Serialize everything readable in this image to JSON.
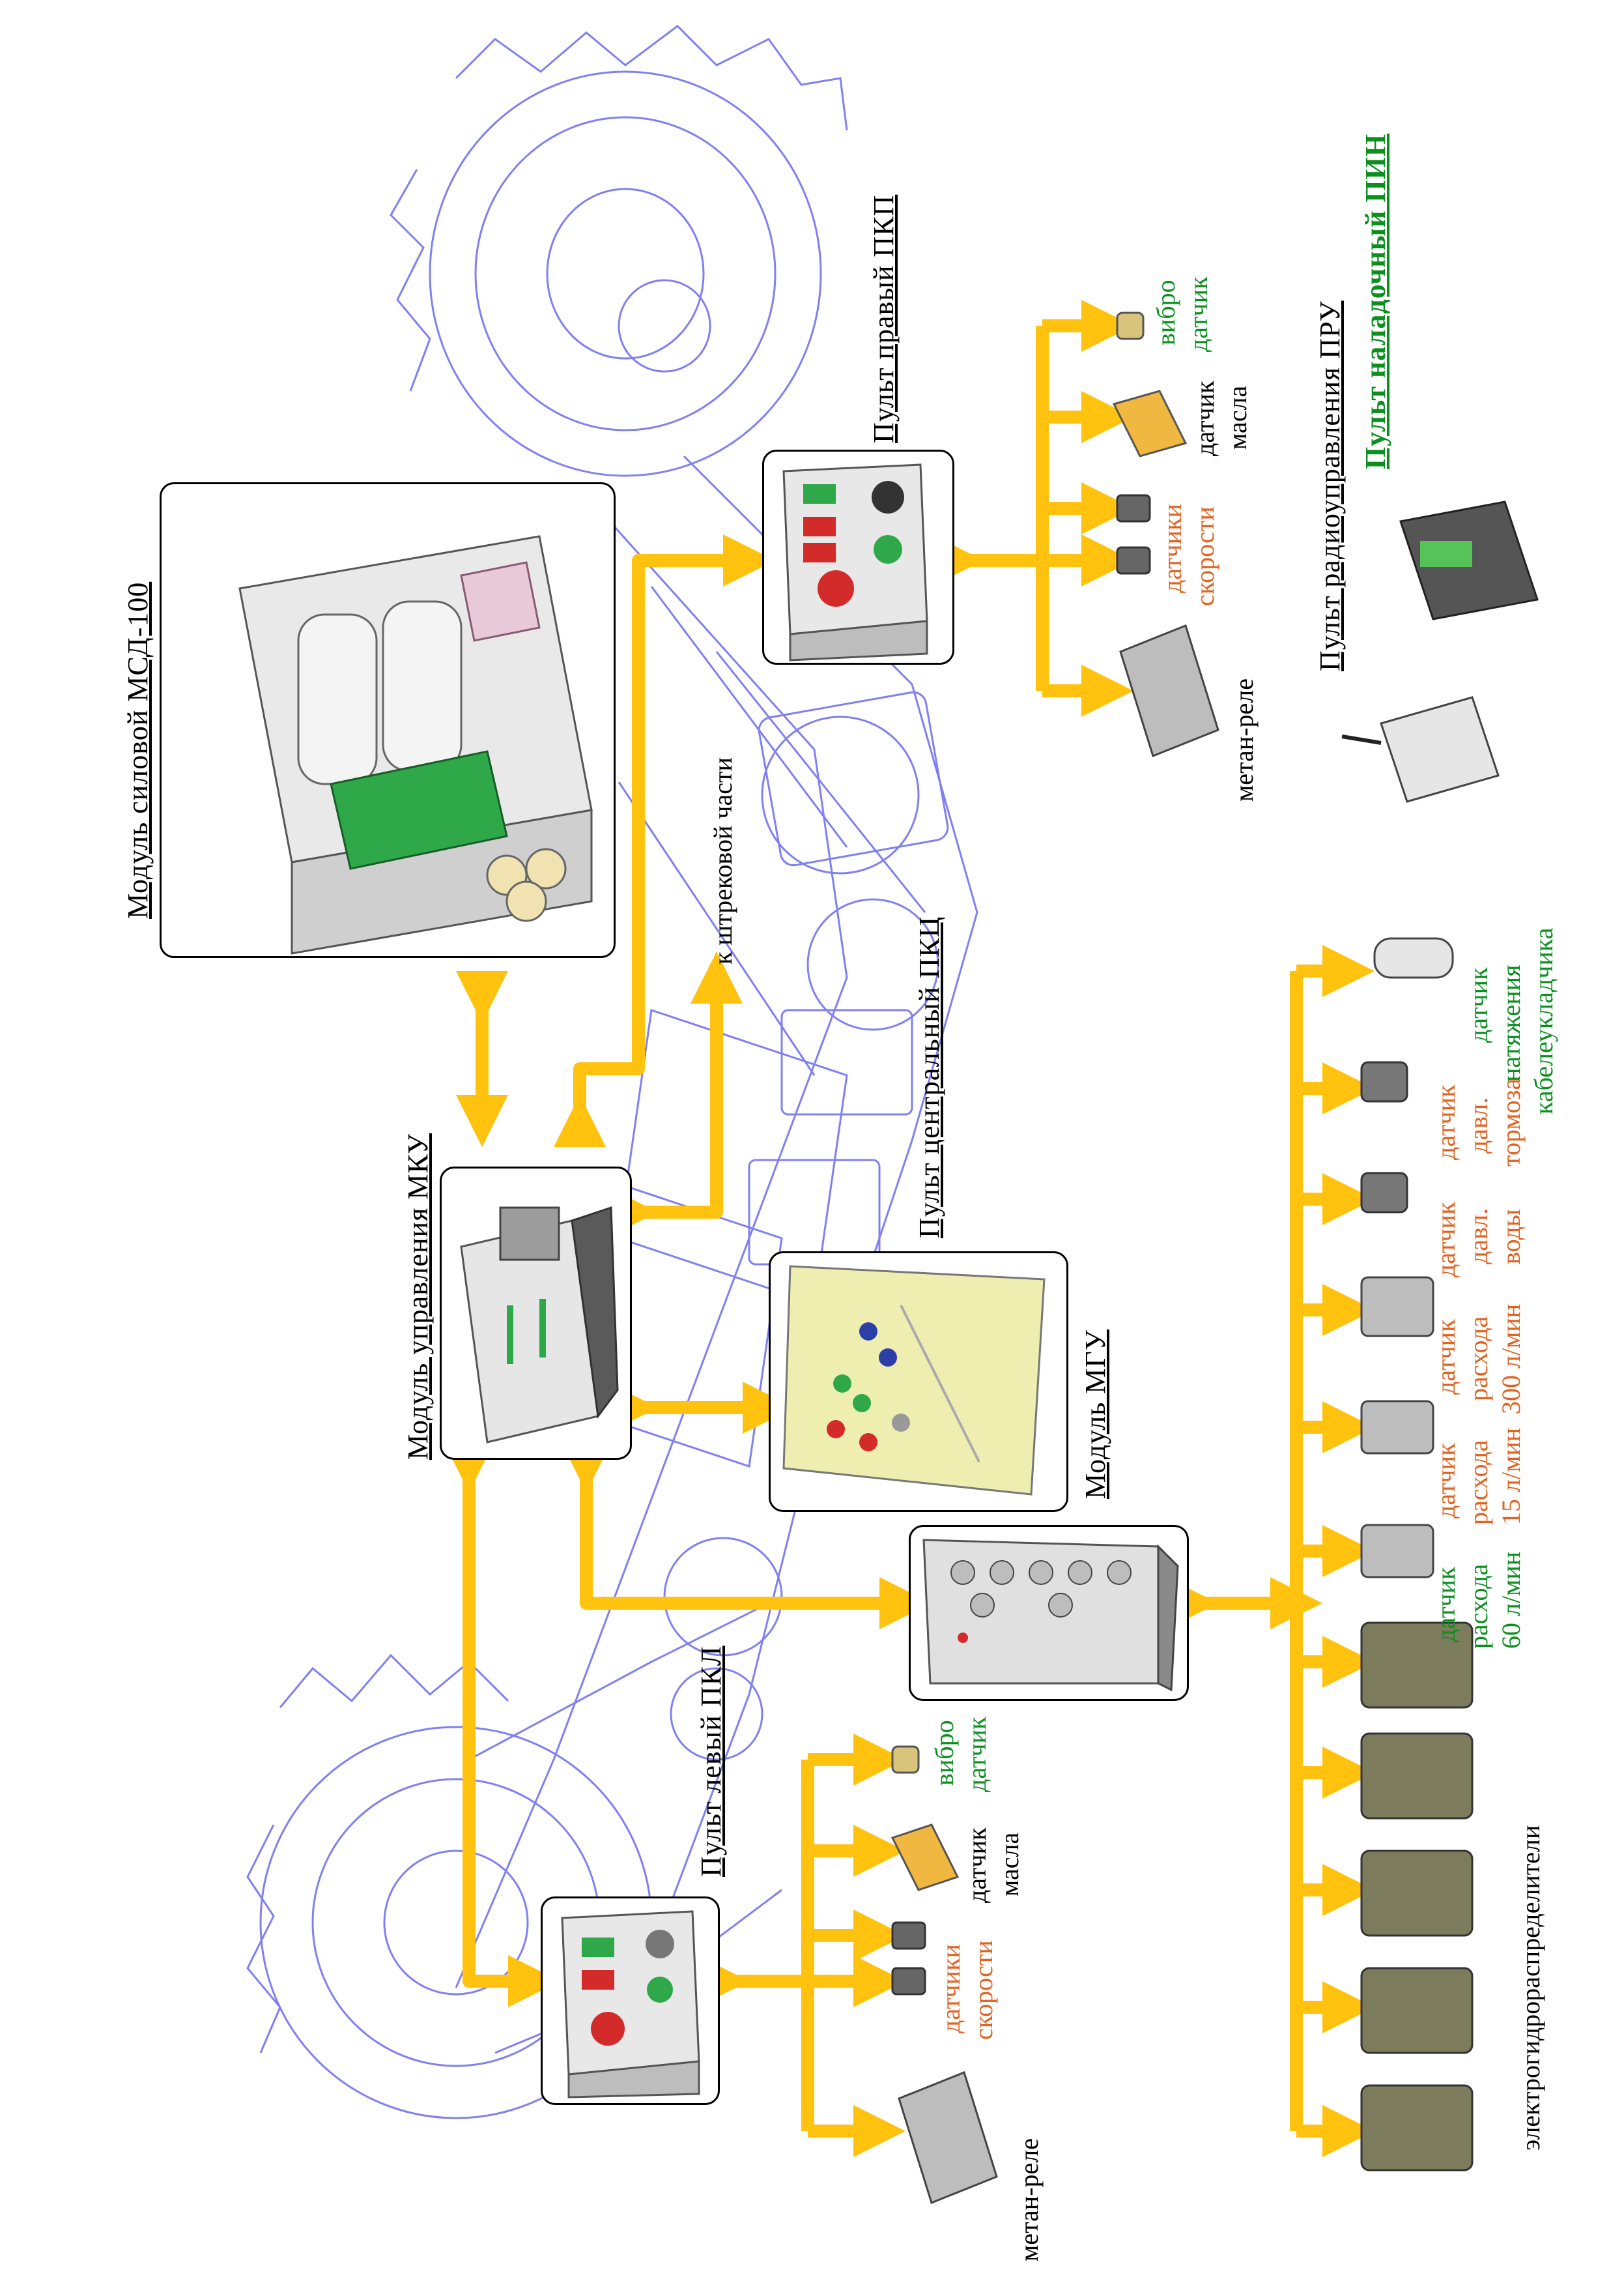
{
  "titles": {
    "power_module": "Модуль силовой  МСД-100",
    "control_module": "Модуль управления МКУ",
    "mgu_module": "Модуль МГУ",
    "right_console": "Пульт правый ПКП",
    "central_console": "Пульт центральный ПКЦ",
    "left_console": "Пульт левый ПКЛ",
    "radio_console": "Пульт радиоуправления ПРУ",
    "setup_console": "Пульт наладочный ПИН"
  },
  "notes": {
    "to_gate": "к штрековой части",
    "valves": "электрогидрораспределители"
  },
  "right_sensors": {
    "vibro_1": "вибро",
    "vibro_2": "датчик",
    "oil_1": "датчик",
    "oil_2": "масла",
    "speed_1": "датчики",
    "speed_2": "скорости",
    "methane": "метан-реле"
  },
  "left_sensors": {
    "vibro_1": "вибро",
    "vibro_2": "датчик",
    "oil_1": "датчик",
    "oil_2": "масла",
    "speed_1": "датчики",
    "speed_2": "скорости",
    "methane": "метан-реле"
  },
  "bottom_sensors": {
    "tension_1": "датчик",
    "tension_2": "натяжения",
    "tension_3": "кабелеукладчика",
    "brake_1": "датчик",
    "brake_2": "давл.",
    "brake_3": "тормоза",
    "water_1": "датчик",
    "water_2": "давл.",
    "water_3": "воды",
    "flow300_1": "датчик",
    "flow300_2": "расхода",
    "flow300_3": "300 л/мин",
    "flow15_1": "датчик",
    "flow15_2": "расхода",
    "flow15_3": "15 л/мин",
    "flow60_1": "датчик",
    "flow60_2": "расхода",
    "flow60_3": "60 л/мин"
  },
  "colors": {
    "arrow": "#ffc20e",
    "machine_outline": "#6a6af0",
    "orange_text": "#e2621f",
    "green_text": "#0b8f1f"
  }
}
